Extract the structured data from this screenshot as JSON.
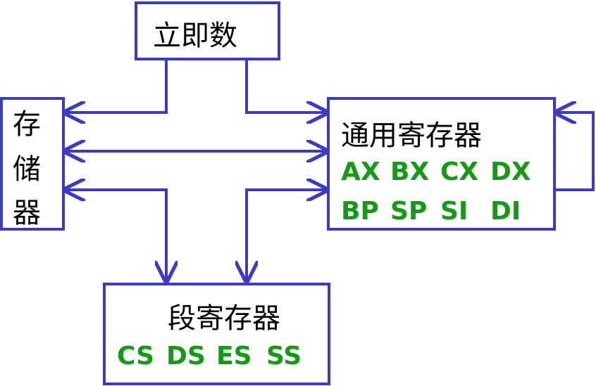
{
  "immediate": {
    "label": "立即数"
  },
  "memory": {
    "chars": [
      "存",
      "储",
      "器"
    ]
  },
  "gpr": {
    "title": "通用寄存器",
    "row1": [
      "AX",
      "BX",
      "CX",
      "DX"
    ],
    "row2": [
      "BP",
      "SP",
      "SI",
      "DI"
    ]
  },
  "segment": {
    "title": "段寄存器",
    "regs": [
      "CS",
      "DS",
      "ES",
      "SS"
    ]
  },
  "colors": {
    "line": "#3b3bc8",
    "register_text": "#159a15",
    "label_text": "#000000"
  }
}
